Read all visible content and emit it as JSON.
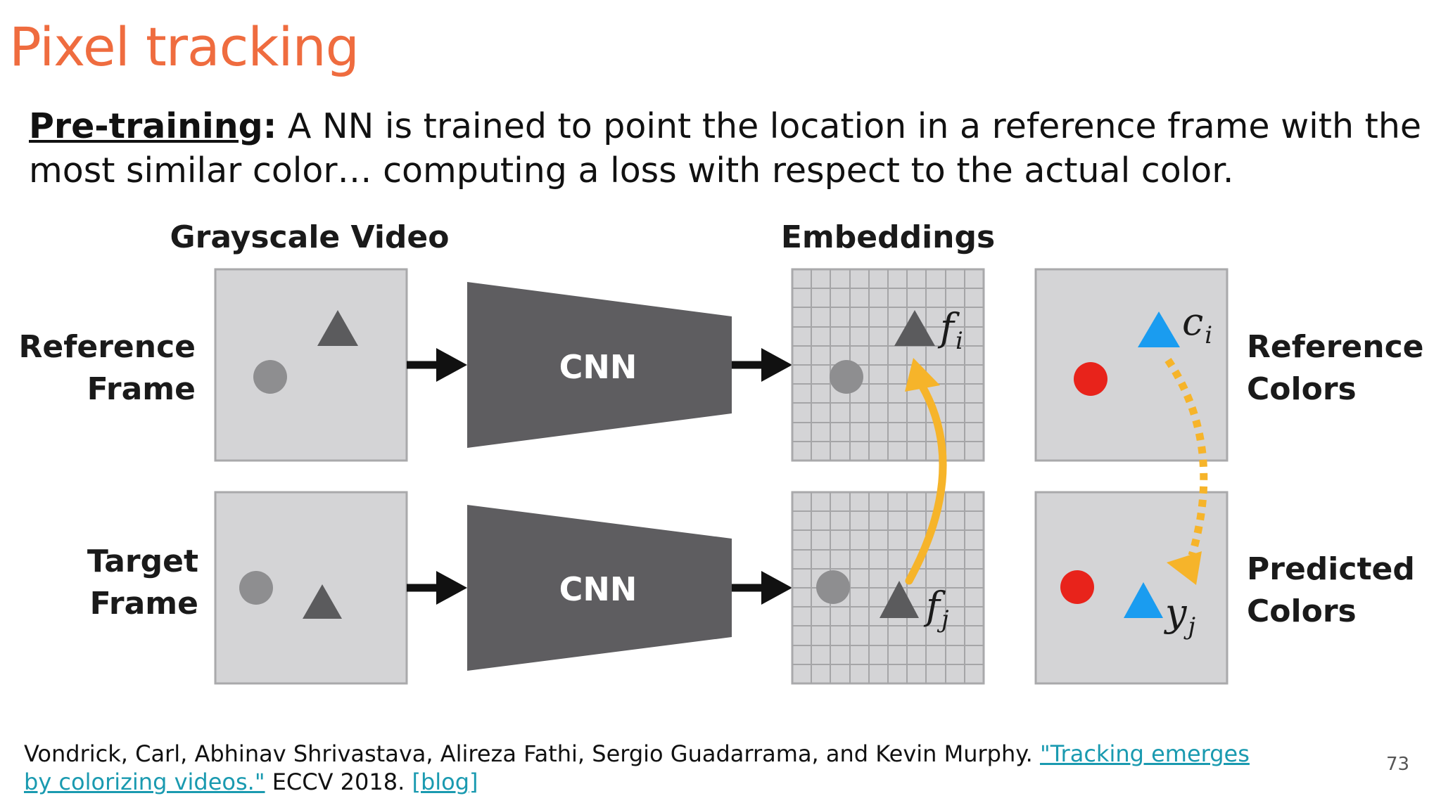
{
  "slide": {
    "title": "Pixel tracking",
    "body": {
      "keyword": "Pre-training",
      "colon": ":",
      "text": " A NN is trained to point the location in a reference frame with the most similar color… computing a loss with respect to the actual color."
    },
    "citation": {
      "authors": "Vondrick, Carl, Abhinav Shrivastava, Alireza Fathi, Sergio Guadarrama, and Kevin Murphy.",
      "paper_link": "\"Tracking emerges by colorizing videos.\"",
      "venue": "ECCV 2018.",
      "blog_link": "[blog]"
    },
    "page_number": "73"
  },
  "diagram": {
    "header_video": "Grayscale Video",
    "header_embeddings": "Embeddings",
    "row_ref": [
      "Reference",
      "Frame"
    ],
    "row_target": [
      "Target",
      "Frame"
    ],
    "cnn_top": "CNN",
    "cnn_bottom": "CNN",
    "right_ref": [
      "Reference",
      "Colors"
    ],
    "right_pred": [
      "Predicted",
      "Colors"
    ],
    "f_i": {
      "base": "f",
      "sub": "i"
    },
    "f_j": {
      "base": "f",
      "sub": "j"
    },
    "c_i": {
      "base": "c",
      "sub": "i"
    },
    "y_j": {
      "base": "y",
      "sub": "j"
    },
    "colors": {
      "frame_fill": "#d4d4d6",
      "frame_stroke": "#a9a9ab",
      "shape_gray": "#8e8e90",
      "shape_dark": "#5b5b5d",
      "cnn_fill": "#5e5d60",
      "arrow_orange": "#f6b42a",
      "red": "#e8231b",
      "blue": "#1a9cf0"
    }
  }
}
